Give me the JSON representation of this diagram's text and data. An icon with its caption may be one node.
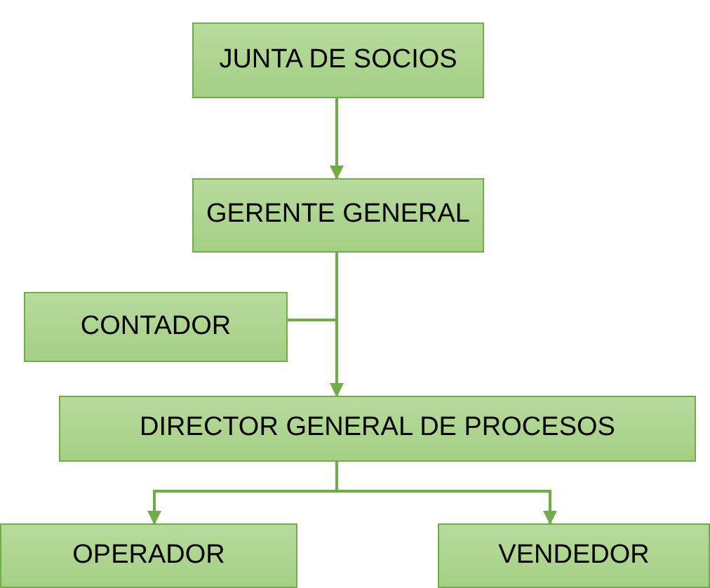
{
  "diagram": {
    "nodes": [
      {
        "text": [
          "JUNTA DE SOCIOS"
        ]
      },
      {
        "text": [
          "GERENTE GENERAL"
        ]
      },
      {
        "text": [
          "CONTADOR"
        ]
      },
      {
        "text": [
          "DIRECTOR GENERAL DE PROCESOS"
        ]
      },
      {
        "text": [
          "OPERADOR"
        ]
      },
      {
        "text": [
          "VENDEDOR"
        ]
      }
    ],
    "edges": [
      {
        "from": 0,
        "to": 1,
        "arrow": "to"
      },
      {
        "from": 1,
        "to": 3,
        "arrow": "to"
      },
      {
        "from": 1,
        "to": 2,
        "arrow": "none"
      },
      {
        "from": 3,
        "to": 4,
        "arrow": "to"
      },
      {
        "from": 3,
        "to": 5,
        "arrow": "to"
      }
    ]
  }
}
